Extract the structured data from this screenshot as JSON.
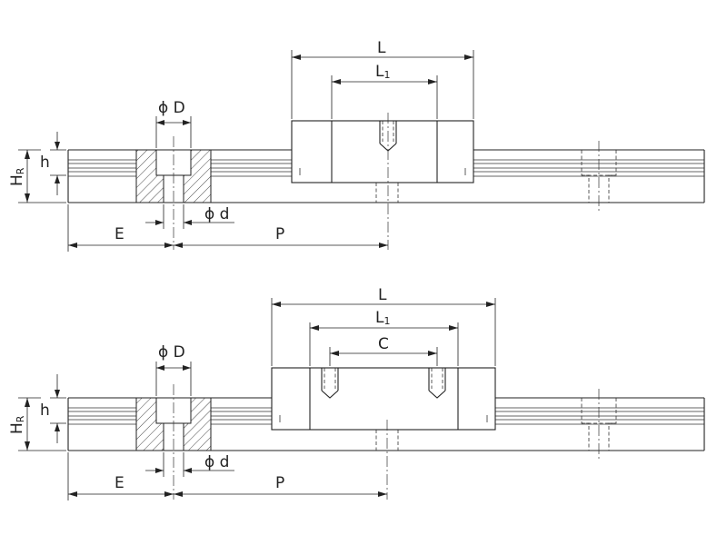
{
  "diagram": {
    "dimension_labels": {
      "L": "L",
      "L1_main": "L",
      "L1_sub": "1",
      "phiD": "ϕ D",
      "phid": "ϕ d",
      "h": "h",
      "HR_main": "H",
      "HR_sub": "R",
      "E": "E",
      "P": "P",
      "C": "C"
    }
  }
}
